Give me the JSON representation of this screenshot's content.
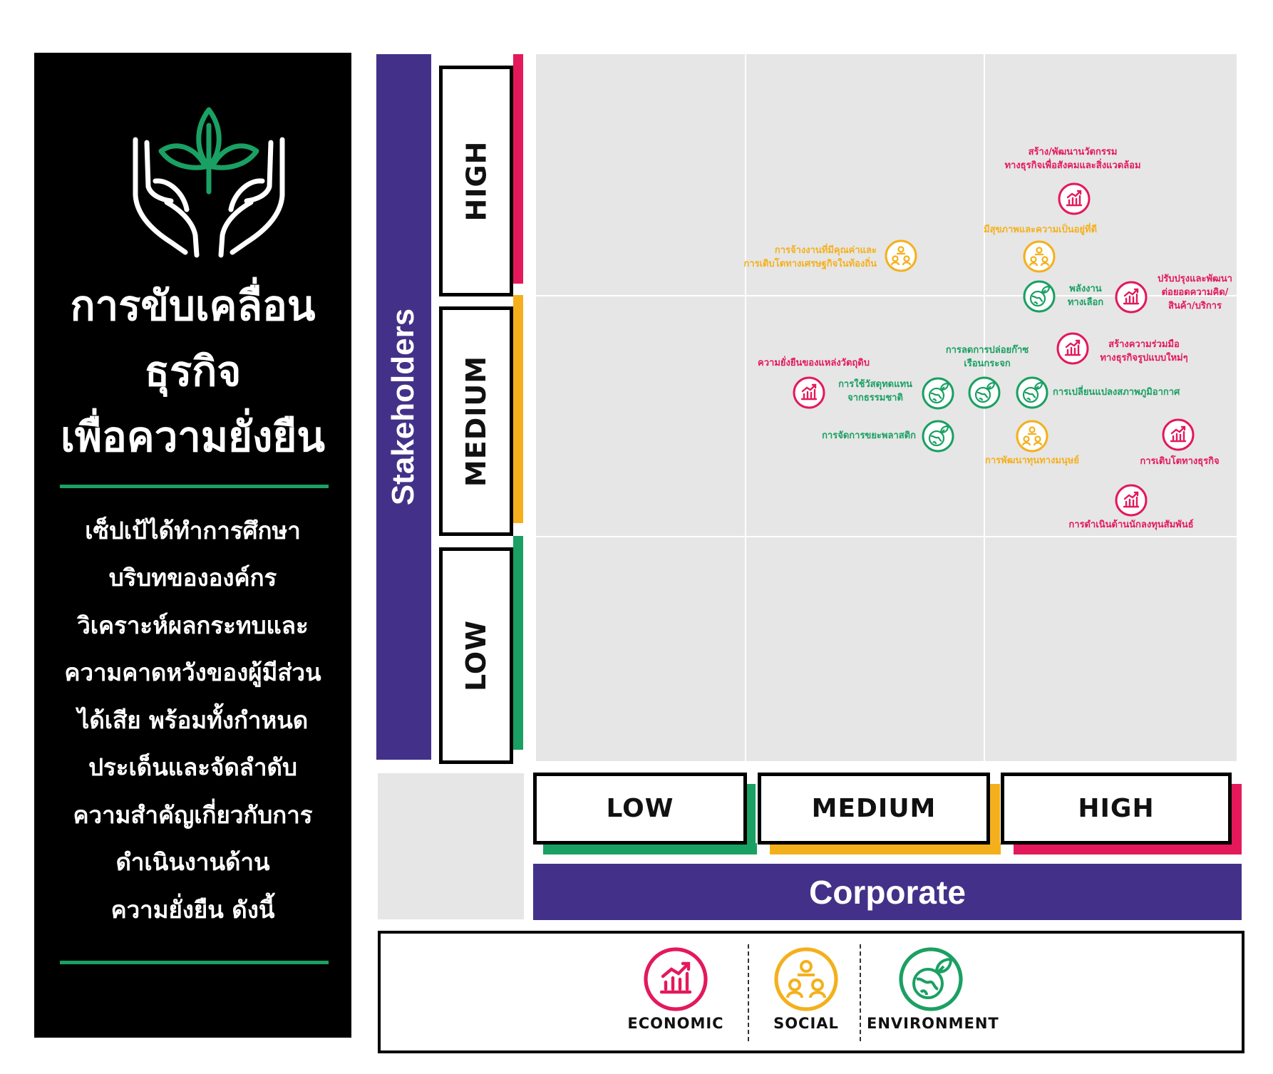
{
  "panel": {
    "title_lines": [
      "การขับเคลื่อน",
      "ธุรกิจ",
      "เพื่อความยั่งยืน"
    ],
    "description_lines": [
      "เซ็ปเป้ได้ทำการศึกษา",
      "บริบทขององค์กร",
      "วิเคราะห์ผลกระทบและ",
      "ความคาดหวังของผู้มีส่วน",
      "ได้เสีย พร้อมทั้งกำหนด",
      "ประเด็นและจัดลำดับ",
      "ความสำคัญเกี่ยวกับการ",
      "ดำเนินงานด้าน",
      "ความยั่งยืน ดังนี้"
    ],
    "icon": "hands-plant-icon"
  },
  "axes": {
    "y_title": "Stakeholders",
    "x_title": "Corporate",
    "levels": {
      "low": "LOW",
      "medium": "MEDIUM",
      "high": "HIGH"
    }
  },
  "colors": {
    "economic": "#e3195b",
    "social": "#f4b01c",
    "environment": "#1aa063",
    "axis_bar": "#433189",
    "matrix_bg": "#e6e6e6"
  },
  "legend": {
    "economic": "ECONOMIC",
    "social": "SOCIAL",
    "environment": "ENVIRONMENT"
  },
  "topics": [
    {
      "id": "t1",
      "category": "economic",
      "label_lines": [
        "สร้าง/พัฒนานวัตกรรม",
        "ทางธุรกิจเพื่อสังคมและสิ่งแวดล้อม"
      ]
    },
    {
      "id": "t2",
      "category": "social",
      "label_lines": [
        "มีสุขภาพและความเป็นอยู่ที่ดี"
      ]
    },
    {
      "id": "t3",
      "category": "social",
      "label_lines": [
        "การจ้างงานที่มีคุณค่าและ",
        "การเติบโตทางเศรษฐกิจในท้องถิ่น"
      ]
    },
    {
      "id": "t4",
      "category": "environment",
      "label_lines": [
        "พลังงาน",
        "ทางเลือก"
      ]
    },
    {
      "id": "t5",
      "category": "economic",
      "label_lines": [
        "ปรับปรุงและพัฒนา",
        "ต่อยอดความคิด/",
        "สินค้า/บริการ"
      ]
    },
    {
      "id": "t6",
      "category": "economic",
      "label_lines": [
        "สร้างความร่วมมือ",
        "ทางธุรกิจรูปแบบใหม่ๆ"
      ]
    },
    {
      "id": "t7",
      "category": "environment",
      "label_lines": [
        "การลดการปล่อยก๊าซ",
        "เรือนกระจก"
      ]
    },
    {
      "id": "t8",
      "category": "economic",
      "label_lines": [
        "ความยั่งยืนของแหล่งวัตถุดิบ"
      ]
    },
    {
      "id": "t9",
      "category": "environment",
      "label_lines": [
        "การใช้วัสดุทดแทน",
        "จากธรรมชาติ"
      ]
    },
    {
      "id": "t10",
      "category": "environment",
      "label_lines": [
        "การเปลี่ยนแปลงสภาพภูมิอากาศ"
      ]
    },
    {
      "id": "t11",
      "category": "environment",
      "label_lines": [
        "การจัดการขยะพลาสติก"
      ]
    },
    {
      "id": "t12",
      "category": "social",
      "label_lines": [
        "การพัฒนาทุนทางมนุษย์"
      ]
    },
    {
      "id": "t13",
      "category": "economic",
      "label_lines": [
        "การเติบโตทางธุรกิจ"
      ]
    },
    {
      "id": "t14",
      "category": "economic",
      "label_lines": [
        "การดำเนินด้านนักลงทุนสัมพันธ์"
      ]
    }
  ]
}
